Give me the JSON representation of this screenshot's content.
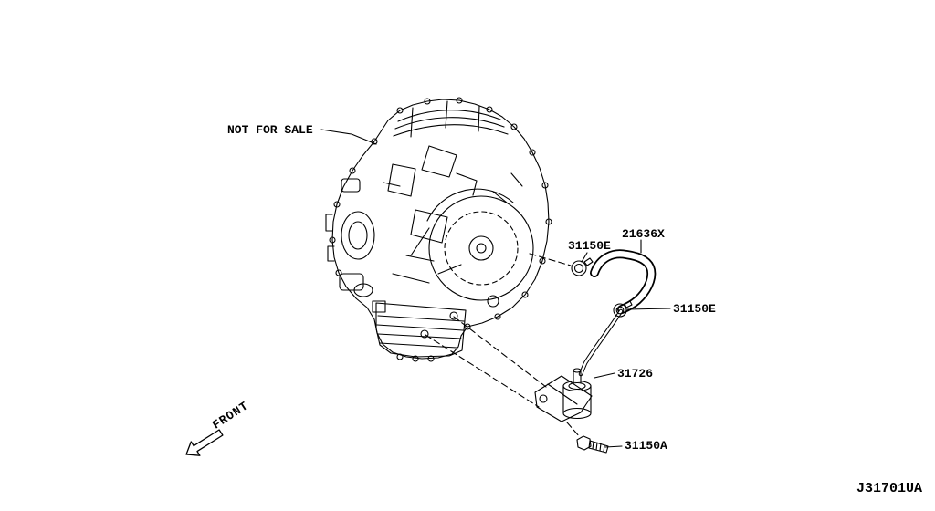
{
  "labels": {
    "not_for_sale": "NOT FOR SALE",
    "front": "FRONT",
    "diagram_code": "J31701UA"
  },
  "callouts": [
    {
      "label": "31150E",
      "part": "hose-clamp-upper"
    },
    {
      "label": "21636X",
      "part": "oil-cooler-hose"
    },
    {
      "label": "31150E",
      "part": "hose-clamp-lower"
    },
    {
      "label": "31726",
      "part": "oil-cooler-tube-assembly"
    },
    {
      "label": "31150A",
      "part": "mounting-bolt"
    }
  ],
  "colors": {
    "background": "#ffffff",
    "line": "#000000"
  }
}
